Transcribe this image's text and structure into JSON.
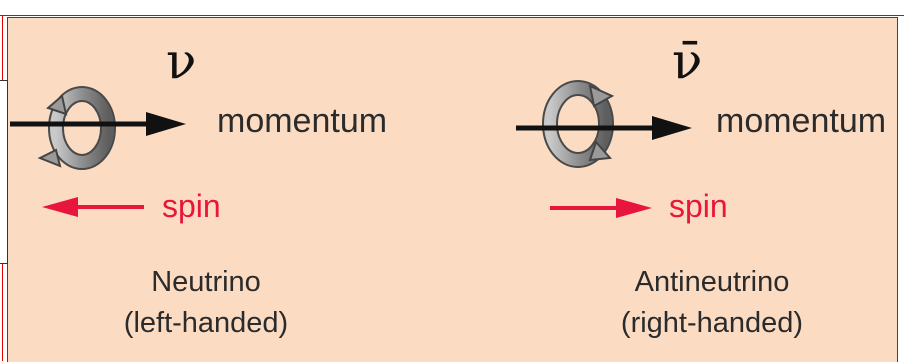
{
  "neutrino": {
    "symbol": "ν",
    "momentum_label": "momentum",
    "spin_label": "spin",
    "name": "Neutrino",
    "handedness": "(left-handed)"
  },
  "antineutrino": {
    "symbol": "ν̄",
    "momentum_label": "momentum",
    "spin_label": "spin",
    "name": "Antineutrino",
    "handedness": "(right-handed)"
  },
  "colors": {
    "background": "#fbdcc3",
    "border": "#e60000",
    "spin_arrow": "#e8153d",
    "momentum_arrow": "#111111",
    "rotation_ring": "#9a9a9a"
  }
}
